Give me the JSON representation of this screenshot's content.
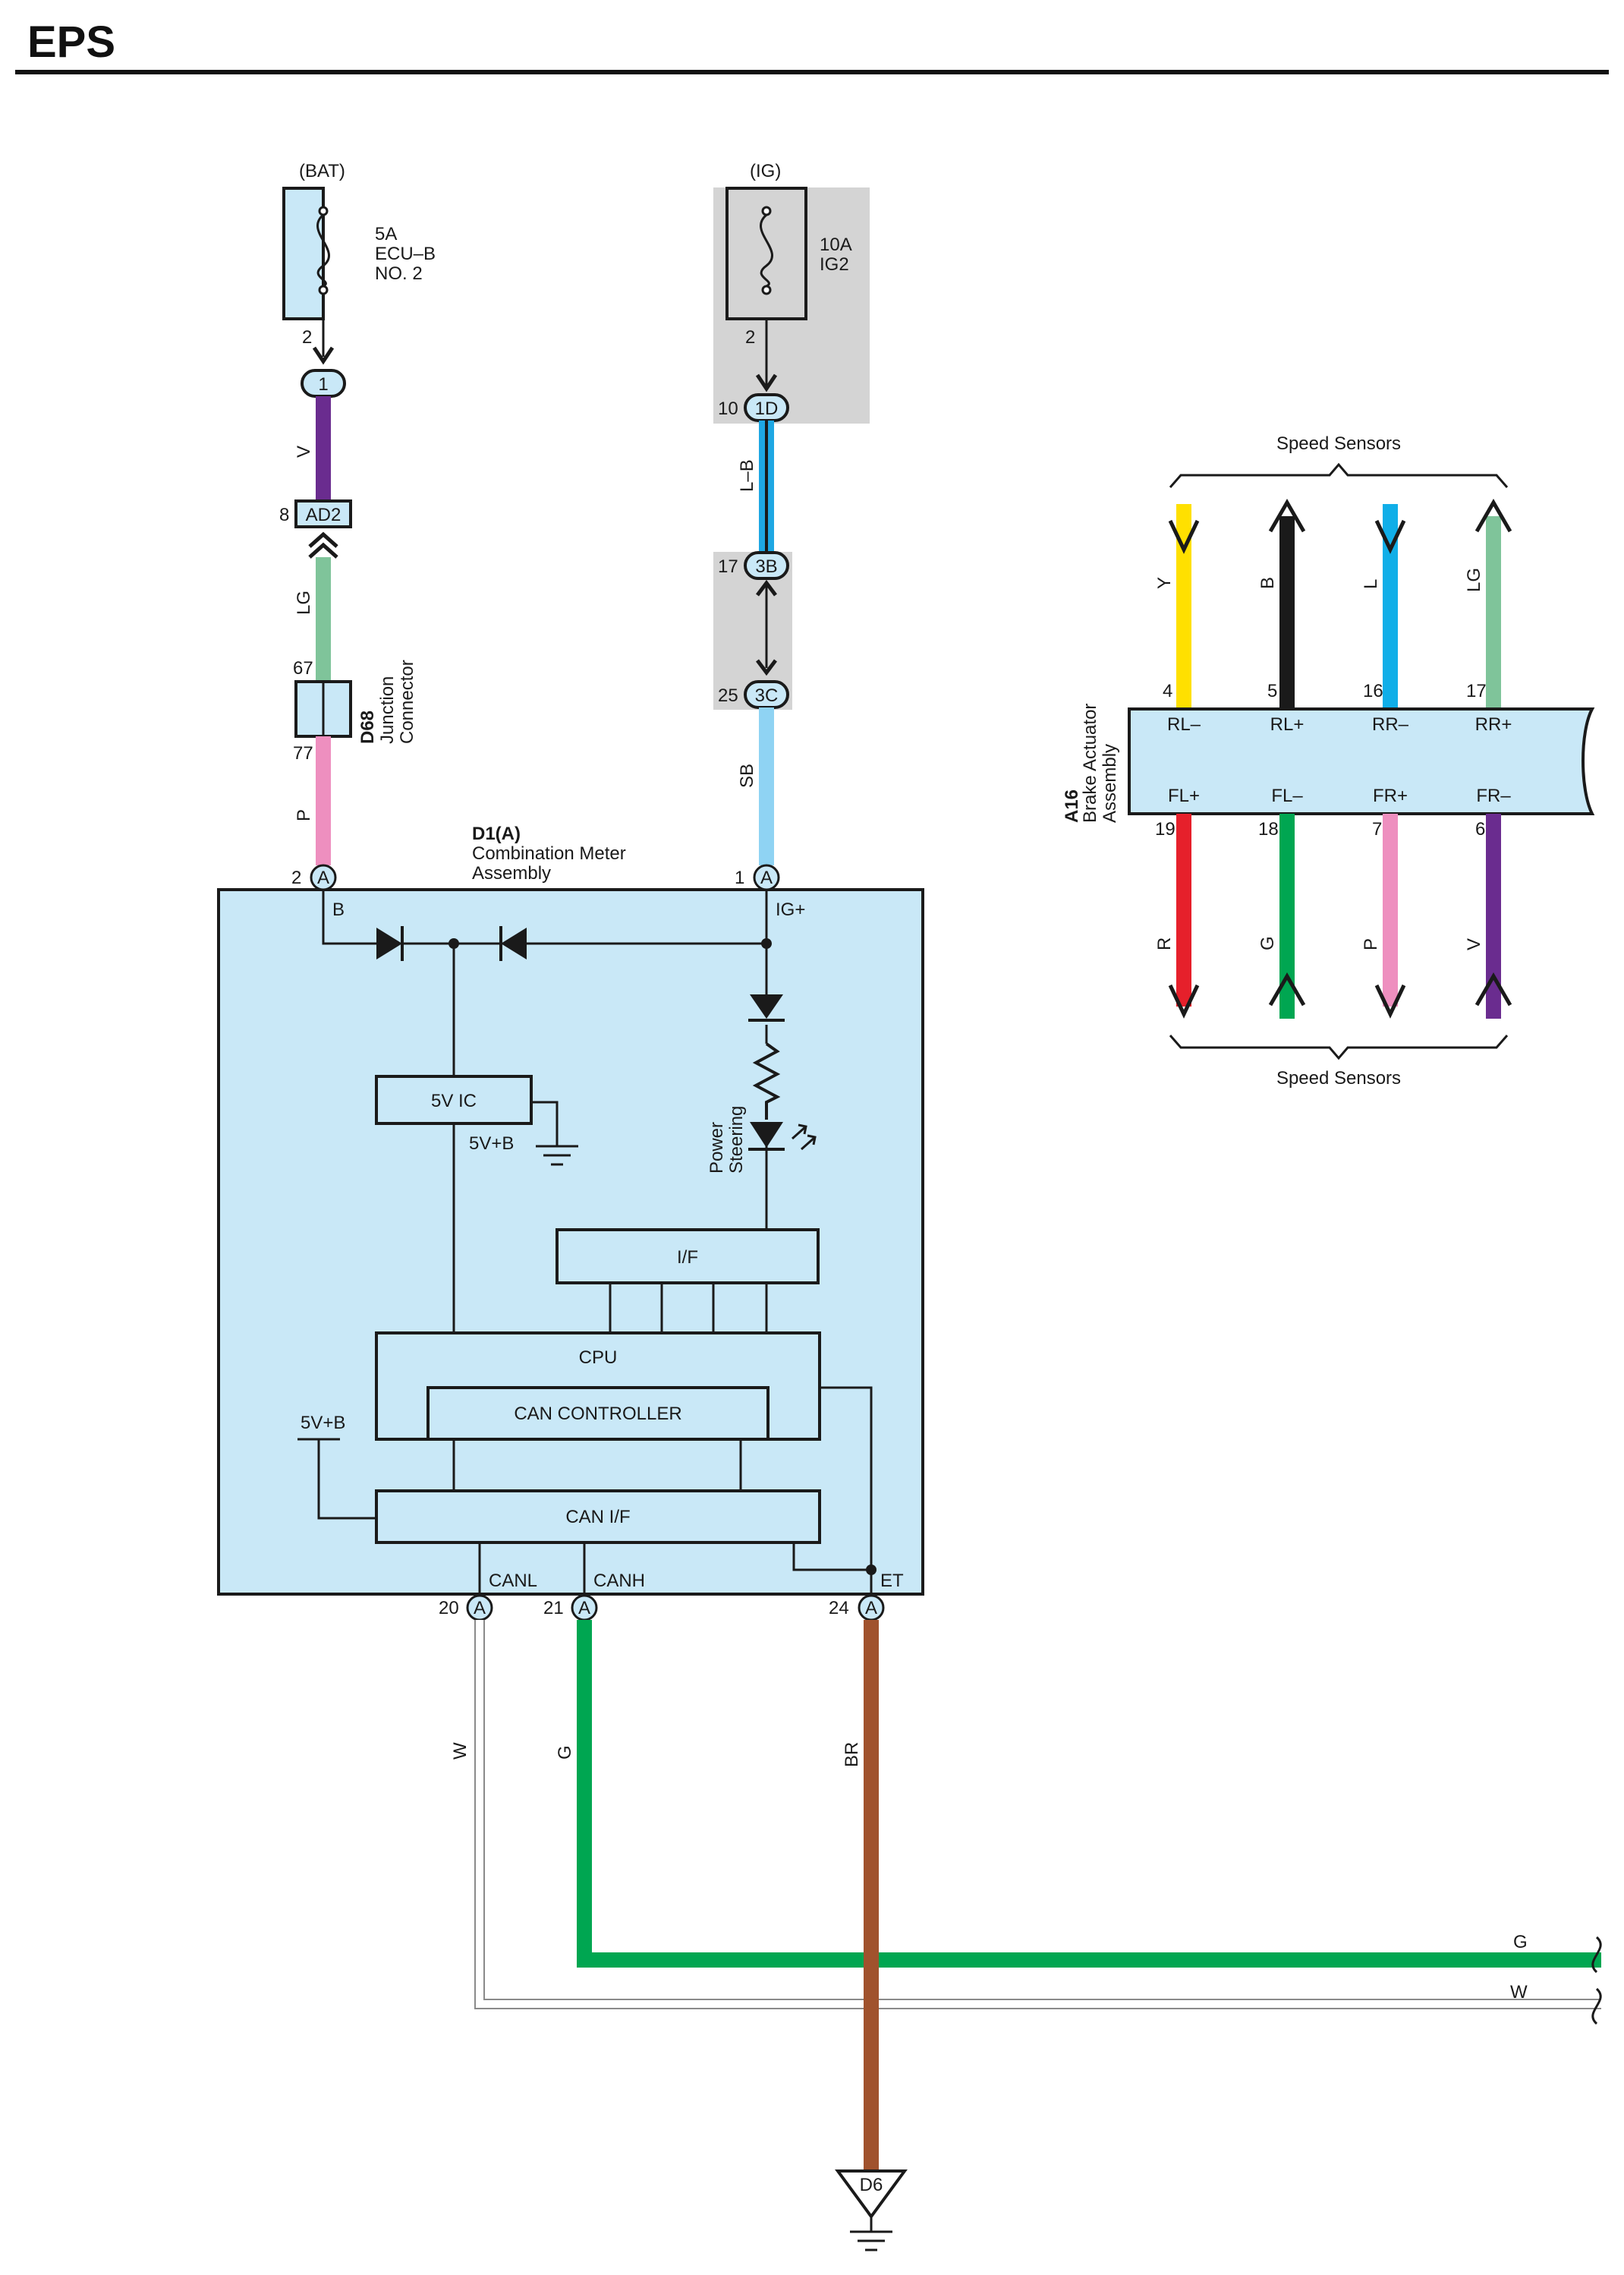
{
  "title": "EPS",
  "colors": {
    "body_fill": "#c9e8f7",
    "shade": "#d4d4d4",
    "wire_V": "#6a2c8f",
    "wire_LG": "#7fc49a",
    "wire_P": "#ee8fbf",
    "wire_LB_blue": "#1ea7e3",
    "wire_SB": "#8fd3f3",
    "wire_Y": "#ffe000",
    "wire_B": "#1a1a1a",
    "wire_L": "#10aee8",
    "wire_R": "#e6202b",
    "wire_G": "#00a651",
    "wire_BR": "#a0522d",
    "wire_W": "#ffffff"
  },
  "fuse_bat": {
    "source": "(BAT)",
    "rating": "5A",
    "name_line1": "ECU–B",
    "name_line2": "NO. 2",
    "pin": "2"
  },
  "fuse_ig": {
    "source": "(IG)",
    "rating": "10A",
    "name": "IG2",
    "pin": "2"
  },
  "left_branch": {
    "conn1": "1",
    "wire1": "V",
    "ad2_pin": "8",
    "ad2_label": "AD2",
    "wire2": "LG",
    "d68_top_pin": "67",
    "d68_bottom_pin": "77",
    "d68_id": "D68",
    "d68_name_line1": "Junction",
    "d68_name_line2": "Connector",
    "wire3": "P"
  },
  "right_branch": {
    "c1d_pin": "10",
    "c1d_label": "1D",
    "wire1": "L–B",
    "c3b_pin": "17",
    "c3b_label": "3B",
    "c3c_pin": "25",
    "c3c_label": "3C",
    "wire2": "SB"
  },
  "meter": {
    "id": "D1(A)",
    "name_line1": "Combination Meter",
    "name_line2": "Assembly",
    "pin_b_num": "2",
    "pin_b_letter": "A",
    "pin_b_label": "B",
    "pin_ig_num": "1",
    "pin_ig_letter": "A",
    "pin_ig_label": "IG+",
    "ic_label": "5V IC",
    "ic_sub": "5V+B",
    "lamp_label_line1": "Power",
    "lamp_label_line2": "Steering",
    "if_label": "I/F",
    "cpu_label": "CPU",
    "can_ctrl_label": "CAN CONTROLLER",
    "can_if_label": "CAN I/F",
    "vb_label": "5V+B",
    "canl_label": "CANL",
    "canh_label": "CANH",
    "et_label": "ET",
    "pin_canl_num": "20",
    "pin_canh_num": "21",
    "pin_et_num": "24",
    "pin_letter": "A"
  },
  "bottom_wires": {
    "canl_color": "W",
    "canh_color": "G",
    "et_color": "BR",
    "right_g": "G",
    "right_w": "W",
    "ground_label": "D6"
  },
  "brake_actuator": {
    "id": "A16",
    "name_line1": "Brake Actuator",
    "name_line2": "Assembly",
    "top_label": "Speed Sensors",
    "bottom_label": "Speed Sensors",
    "top_wires": [
      {
        "color_code": "Y",
        "pin": "4",
        "signal": "RL–"
      },
      {
        "color_code": "B",
        "pin": "5",
        "signal": "RL+"
      },
      {
        "color_code": "L",
        "pin": "16",
        "signal": "RR–"
      },
      {
        "color_code": "LG",
        "pin": "17",
        "signal": "RR+"
      }
    ],
    "bottom_wires": [
      {
        "color_code": "R",
        "pin": "19",
        "signal": "FL+"
      },
      {
        "color_code": "G",
        "pin": "18",
        "signal": "FL–"
      },
      {
        "color_code": "P",
        "pin": "7",
        "signal": "FR+"
      },
      {
        "color_code": "V",
        "pin": "6",
        "signal": "FR–"
      }
    ]
  }
}
